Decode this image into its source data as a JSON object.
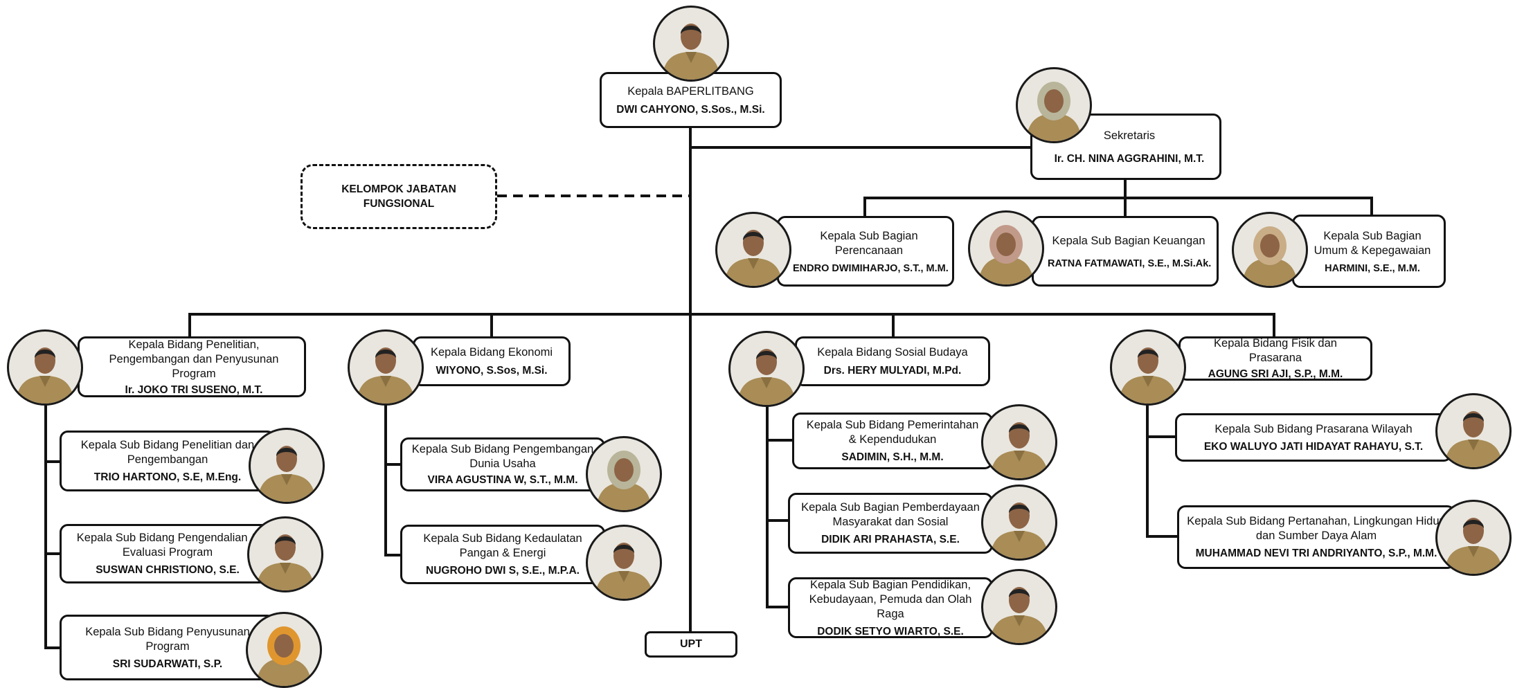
{
  "colors": {
    "line": "#111111",
    "uniform": "#a98c56",
    "uniform_dark": "#8a7040",
    "skin": "#8d6446",
    "hair": "#222222",
    "hijab_orange": "#e0962f",
    "hijab_sage": "#b8b59a",
    "hijab_pink": "#c29a8a",
    "hijab_tan": "#c9ad86"
  },
  "head": {
    "title": "Kepala BAPERLITBANG",
    "name": "DWI CAHYONO, S.Sos., M.Si.",
    "photo_icon": "portrait-male-icon"
  },
  "functional_group": {
    "label": "KELOMPOK JABATAN FUNGSIONAL"
  },
  "secretary": {
    "title": "Sekretaris",
    "name": "Ir. CH. NINA AGGRAHINI, M.T.",
    "photo_icon": "portrait-female-icon",
    "sub_sections": [
      {
        "title": "Kepala Sub Bagian Perencanaan",
        "name": "ENDRO DWIMIHARJO, S.T., M.M."
      },
      {
        "title": "Kepala Sub Bagian Keuangan",
        "name": "RATNA FATMAWATI, S.E., M.Si.Ak."
      },
      {
        "title": "Kepala Sub Bagian Umum & Kepegawaian",
        "name": "HARMINI, S.E., M.M."
      }
    ]
  },
  "divisions": [
    {
      "title": "Kepala Bidang Penelitian, Pengembangan dan Penyusunan Program",
      "name": "Ir. JOKO TRI SUSENO, M.T.",
      "subs": [
        {
          "title": "Kepala Sub Bidang Penelitian dan Pengembangan",
          "name": "TRIO HARTONO, S.E, M.Eng."
        },
        {
          "title": "Kepala Sub Bidang Pengendalian & Evaluasi Program",
          "name": "SUSWAN CHRISTIONO, S.E."
        },
        {
          "title": "Kepala Sub Bidang Penyusunan Program",
          "name": "SRI SUDARWATI, S.P."
        }
      ]
    },
    {
      "title": "Kepala Bidang Ekonomi",
      "name": "WIYONO, S.Sos, M.Si.",
      "subs": [
        {
          "title": "Kepala Sub Bidang Pengembangan Dunia Usaha",
          "name": "VIRA AGUSTINA W, S.T., M.M."
        },
        {
          "title": "Kepala Sub Bidang Kedaulatan Pangan & Energi",
          "name": "NUGROHO DWI S, S.E., M.P.A."
        }
      ]
    },
    {
      "title": "Kepala Bidang Sosial Budaya",
      "name": "Drs. HERY MULYADI, M.Pd.",
      "subs": [
        {
          "title": "Kepala Sub Bidang Pemerintahan & Kependudukan",
          "name": "SADIMIN, S.H., M.M."
        },
        {
          "title": "Kepala Sub Bagian Pemberdayaan Masyarakat dan Sosial",
          "name": "DIDIK ARI PRAHASTA, S.E."
        },
        {
          "title": "Kepala Sub Bagian Pendidikan, Kebudayaan, Pemuda dan Olah Raga",
          "name": "DODIK SETYO WIARTO, S.E."
        }
      ]
    },
    {
      "title": "Kepala Bidang Fisik dan Prasarana",
      "name": "AGUNG SRI AJI, S.P., M.M.",
      "subs": [
        {
          "title": "Kepala Sub Bidang Prasarana Wilayah",
          "name": "EKO WALUYO JATI HIDAYAT RAHAYU, S.T."
        },
        {
          "title": "Kepala Sub Bidang Pertanahan, Lingkungan Hidup dan Sumber Daya Alam",
          "name": "MUHAMMAD NEVI TRI ANDRIYANTO, S.P., M.M."
        }
      ]
    }
  ],
  "upt": {
    "label": "UPT"
  }
}
